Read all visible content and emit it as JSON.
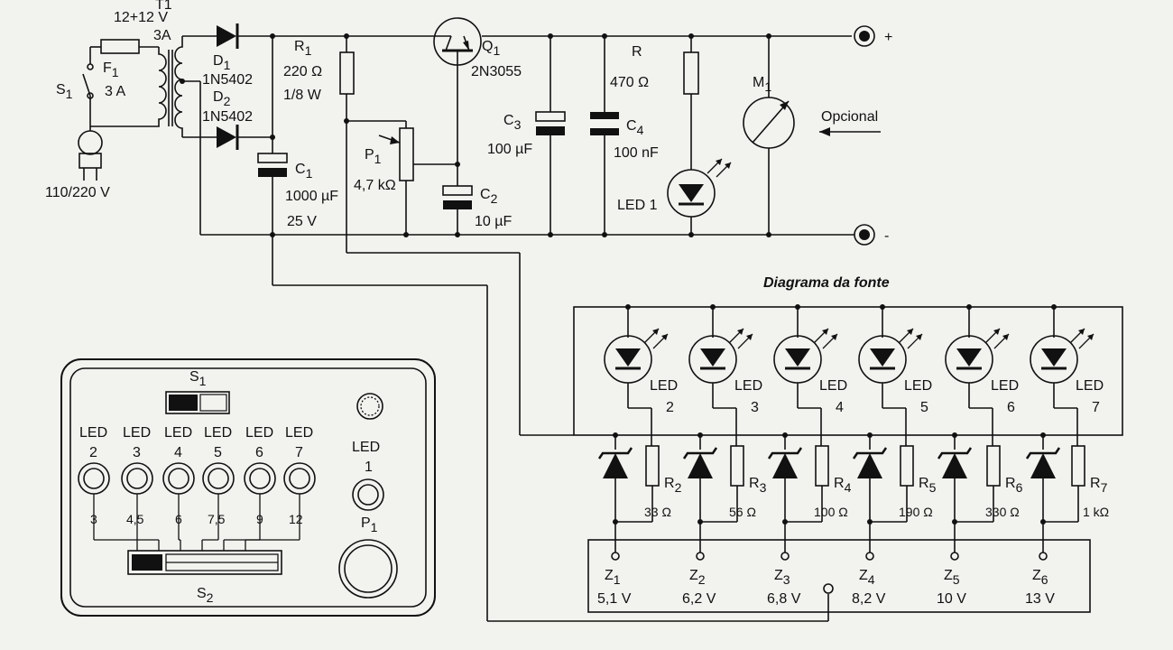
{
  "title": "Diagrama da fonte",
  "source": {
    "transformer_label": "T1",
    "transformer_rating": "12+12 V",
    "transformer_current": "3A",
    "mains": "110/220 V",
    "switch": "S",
    "switch_sub": "1",
    "fuse": "F",
    "fuse_sub": "1",
    "fuse_value": "3 A"
  },
  "components": {
    "d1": "D",
    "d1_sub": "1",
    "d1_part": "1N5402",
    "d2": "D",
    "d2_sub": "2",
    "d2_part": "1N5402",
    "r1": "R",
    "r1_sub": "1",
    "r1_value": "220 Ω",
    "r1_power": "1/8 W",
    "q1": "Q",
    "q1_sub": "1",
    "q1_part": "2N3055",
    "c1": "C",
    "c1_sub": "1",
    "c1_value": "1000 µF",
    "c1_voltage": "25 V",
    "p1": "P",
    "p1_sub": "1",
    "p1_value": "4,7 kΩ",
    "c2": "C",
    "c2_sub": "2",
    "c2_value": "10 µF",
    "c3": "C",
    "c3_sub": "3",
    "c3_value": "100 µF",
    "c4": "C",
    "c4_sub": "4",
    "c4_value": "100 nF",
    "r": "R",
    "r_value": "470 Ω",
    "led1": "LED 1",
    "m1": "M",
    "m1_sub": "1",
    "optional": "Opcional",
    "plus": "+",
    "minus": "-"
  },
  "led_array": {
    "led_word": "LED",
    "leds": [
      "2",
      "3",
      "4",
      "5",
      "6",
      "7"
    ],
    "resistors": [
      {
        "name": "R",
        "sub": "2",
        "value": "33 Ω"
      },
      {
        "name": "R",
        "sub": "3",
        "value": "56 Ω"
      },
      {
        "name": "R",
        "sub": "4",
        "value": "100 Ω"
      },
      {
        "name": "R",
        "sub": "5",
        "value": "190 Ω"
      },
      {
        "name": "R",
        "sub": "6",
        "value": "330 Ω"
      },
      {
        "name": "R",
        "sub": "7",
        "value": "1 kΩ"
      }
    ],
    "zeners": [
      {
        "name": "Z",
        "sub": "1",
        "value": "5,1 V"
      },
      {
        "name": "Z",
        "sub": "2",
        "value": "6,2 V"
      },
      {
        "name": "Z",
        "sub": "3",
        "value": "6,8 V"
      },
      {
        "name": "Z",
        "sub": "4",
        "value": "8,2 V"
      },
      {
        "name": "Z",
        "sub": "5",
        "value": "10 V"
      },
      {
        "name": "Z",
        "sub": "6",
        "value": "13 V"
      }
    ]
  },
  "panel": {
    "s1": "S",
    "s1_sub": "1",
    "s2": "S",
    "s2_sub": "2",
    "p1": "P",
    "p1_sub": "1",
    "led_word": "LED",
    "led1": "1",
    "leds": [
      "2",
      "3",
      "4",
      "5",
      "6",
      "7"
    ],
    "voltages": [
      "3",
      "4,5",
      "6",
      "7,5",
      "9",
      "12"
    ]
  }
}
